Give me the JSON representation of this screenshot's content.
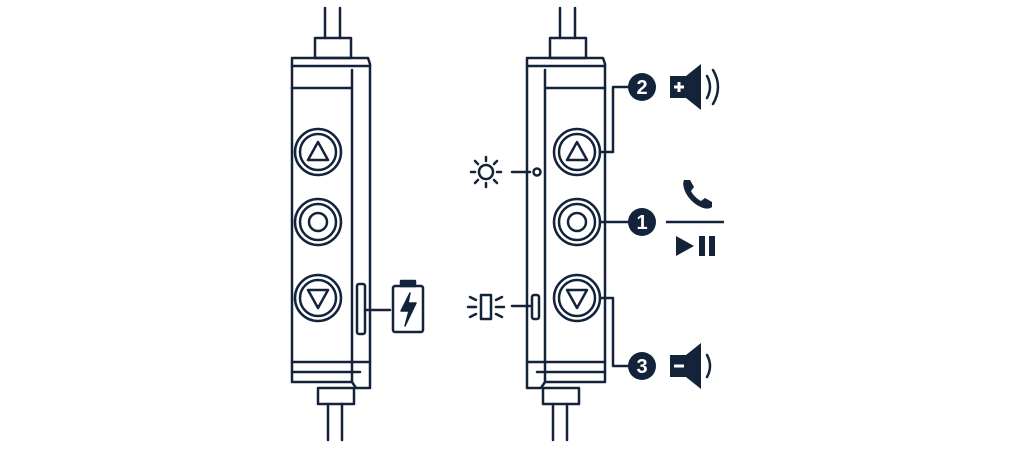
{
  "colors": {
    "ink": "#12233a",
    "paper": "#ffffff"
  },
  "remotes": [
    {
      "id": "left",
      "buttons": [
        "volume-up",
        "play-pause",
        "volume-down"
      ],
      "port": "charging-port",
      "port_icon": "battery-charging-icon"
    },
    {
      "id": "right",
      "buttons": [
        "volume-up",
        "play-pause",
        "volume-down"
      ],
      "side_indicators": [
        "ambient-light-sensor-icon",
        "led-indicator-icon"
      ]
    }
  ],
  "callouts": {
    "one": "1",
    "two": "2",
    "three": "3"
  },
  "callout_icons": {
    "two": "volume-up-icon",
    "one": [
      "phone-icon",
      "play-pause-icon"
    ],
    "three": "volume-down-icon"
  }
}
